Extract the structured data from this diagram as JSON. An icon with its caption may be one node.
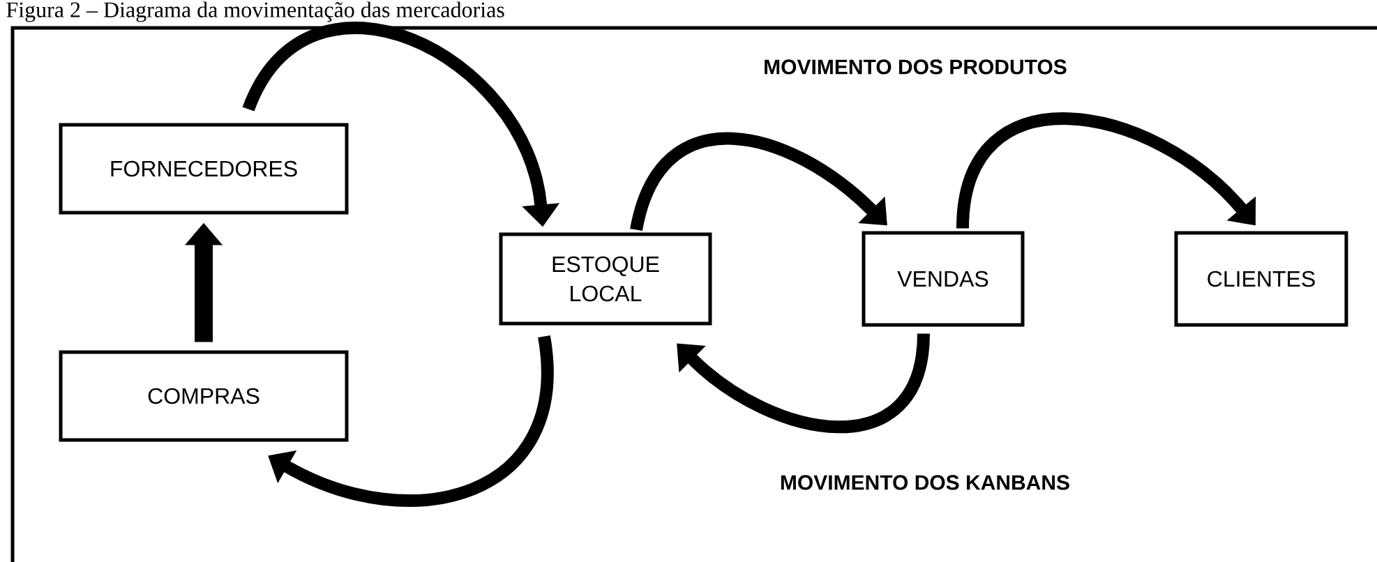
{
  "diagram": {
    "title": "Figura 2 – Diagrama da movimentação das mercadorias",
    "nodes": [
      {
        "text": [
          "FORNECEDORES"
        ]
      },
      {
        "text": [
          "COMPRAS"
        ]
      },
      {
        "text": [
          "ESTOQUE LOCAL"
        ]
      },
      {
        "text": [
          "VENDAS"
        ]
      },
      {
        "text": [
          "CLIENTES"
        ]
      }
    ],
    "edges": [
      {
        "from": 1,
        "to": 0,
        "arrow": "to"
      },
      {
        "from": 0,
        "to": 2,
        "arrow": "to"
      },
      {
        "from": 2,
        "to": 3,
        "arrow": "to"
      },
      {
        "from": 3,
        "to": 4,
        "arrow": "to"
      },
      {
        "from": 3,
        "to": 2,
        "arrow": "to"
      },
      {
        "from": 2,
        "to": 1,
        "arrow": "to"
      }
    ],
    "labels": [
      "MOVIMENTO DOS PRODUTOS",
      "MOVIMENTO DOS KANBANS"
    ]
  }
}
